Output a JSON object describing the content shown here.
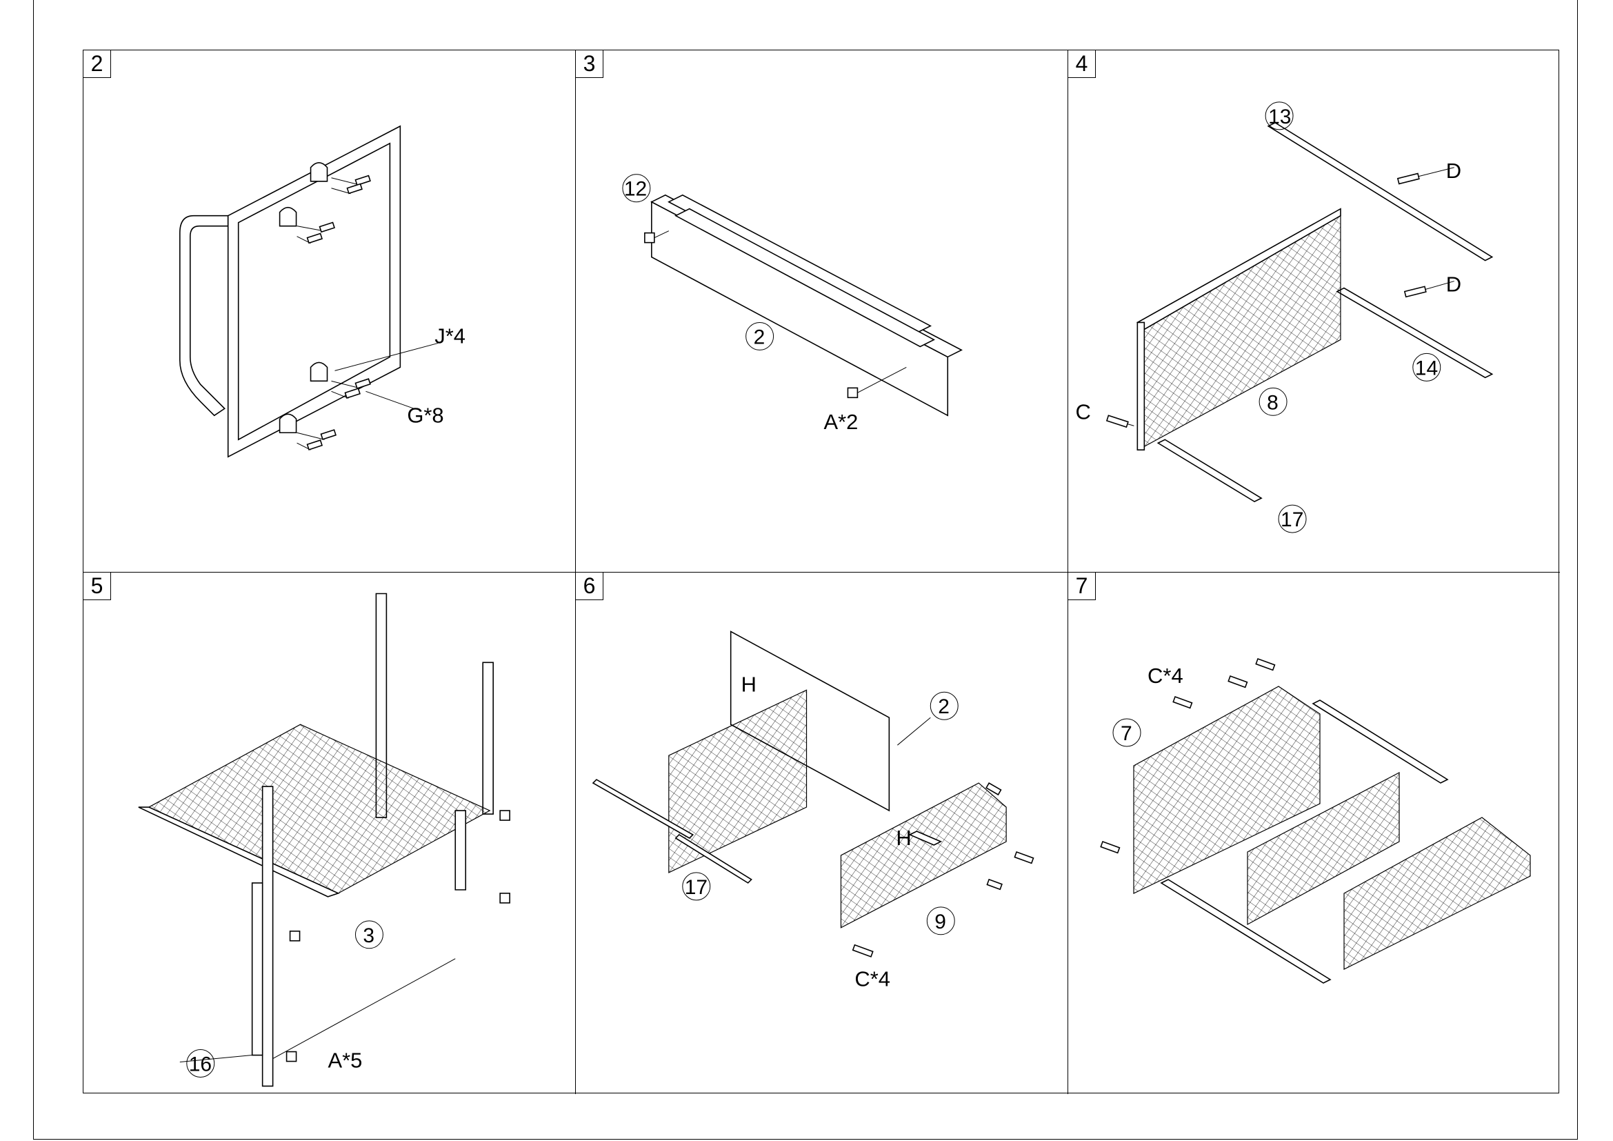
{
  "panels": [
    {
      "step": "2",
      "labels": [
        "J*4",
        "G*8"
      ],
      "parts": []
    },
    {
      "step": "3",
      "labels": [
        "A*2"
      ],
      "parts": [
        "12",
        "2"
      ]
    },
    {
      "step": "4",
      "labels": [
        "D",
        "D",
        "C"
      ],
      "parts": [
        "13",
        "14",
        "8",
        "17"
      ]
    },
    {
      "step": "5",
      "labels": [
        "A*5"
      ],
      "parts": [
        "3",
        "16"
      ]
    },
    {
      "step": "6",
      "labels": [
        "H",
        "H",
        "C*4"
      ],
      "parts": [
        "2",
        "17",
        "9"
      ]
    },
    {
      "step": "7",
      "labels": [
        "C*4"
      ],
      "parts": [
        "7"
      ]
    }
  ]
}
